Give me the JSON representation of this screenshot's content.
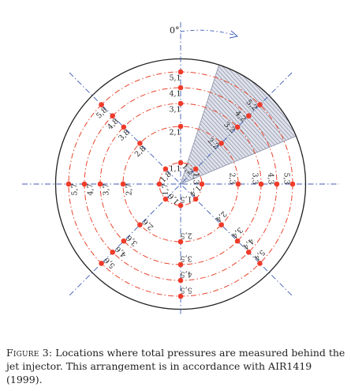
{
  "figure": {
    "angle_label": "0°",
    "label_rows": [
      [
        "5,1",
        "4,1",
        "3,1",
        "2,1",
        "1,1"
      ],
      [
        "5,2",
        "4,2",
        "3,2",
        "2,2",
        "1,2"
      ],
      [
        "5,3",
        "4,3",
        "3,3",
        "2,3",
        "1,3"
      ],
      [
        "5,4",
        "4,4",
        "3,4",
        "2,4",
        "1,4"
      ],
      [
        "5,5",
        "4,5",
        "3,5",
        "2,5",
        "1,5"
      ],
      [
        "5,6",
        "4,6",
        "3,6",
        "2,6",
        "1,6"
      ],
      [
        "5,7",
        "4,7",
        "3,7",
        "2,7",
        "1,7"
      ],
      [
        "5,8",
        "4,8",
        "3,8",
        "2,8",
        "1,8"
      ]
    ],
    "colors": {
      "ring": "#e8452c",
      "point": "#ef3b2a",
      "axis": "#3d5bb5",
      "outer": "#222222",
      "hatch": "#8a8fa8",
      "hatch_fill": "#dfe2ea"
    }
  },
  "caption": {
    "label": "Figure 3:",
    "text": "Locations where total pressures are measured behind the jet injector. This arrangement is in accordance with AIR1419 (1999)."
  }
}
